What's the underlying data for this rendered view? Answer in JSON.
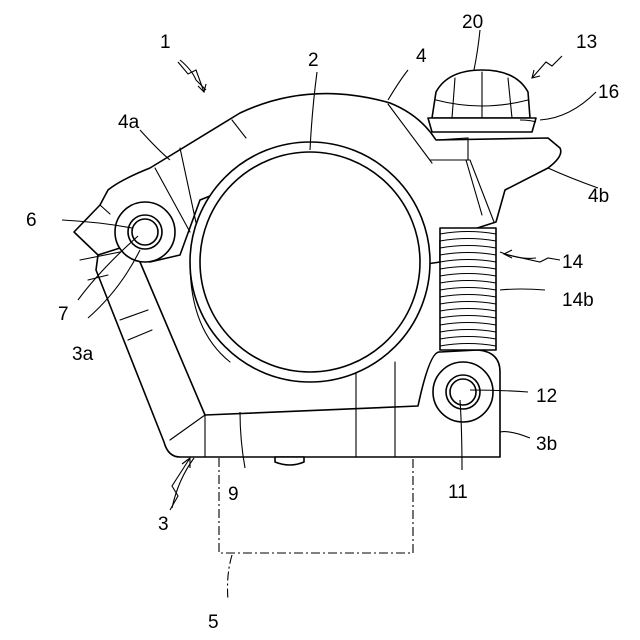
{
  "labels": {
    "l1": "1",
    "l2": "2",
    "l3": "3",
    "l3a": "3a",
    "l3b": "3b",
    "l4": "4",
    "l4a": "4a",
    "l4b": "4b",
    "l5": "5",
    "l6": "6",
    "l7": "7",
    "l9": "9",
    "l11": "11",
    "l12": "12",
    "l13": "13",
    "l14": "14",
    "l14b": "14b",
    "l16": "16",
    "l20": "20"
  }
}
